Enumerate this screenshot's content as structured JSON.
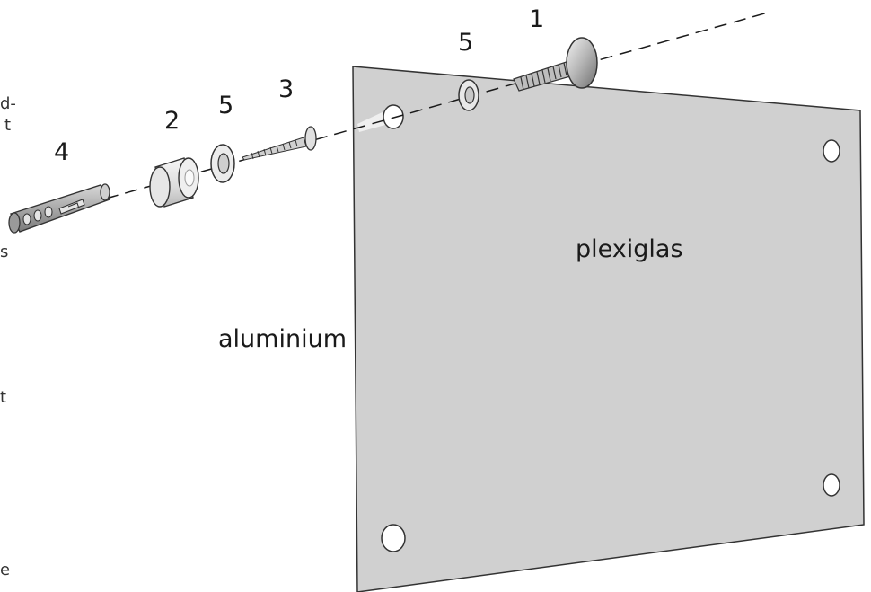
{
  "labels": {
    "part_1": "1",
    "part_2": "2",
    "part_3": "3",
    "part_4": "4",
    "part_5a": "5",
    "part_5b": "5",
    "plexiglas": "plexiglas",
    "aluminium": "aluminium"
  },
  "edge_fragments": [
    "d-",
    "t",
    "s",
    "t",
    "e"
  ],
  "colors": {
    "panel": "#d0d0d0",
    "panel_stroke": "#333333",
    "line": "#1a1a1a",
    "part_fill": "#d4d4d4",
    "cap_fill": "#b8b8b8"
  }
}
